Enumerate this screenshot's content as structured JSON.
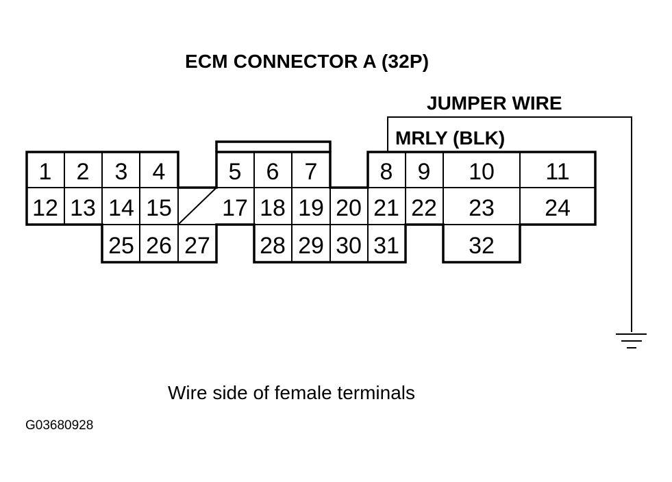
{
  "title": "ECM CONNECTOR A (32P)",
  "labels": {
    "jumper_wire": "JUMPER WIRE",
    "mrly": "MRLY (BLK)"
  },
  "caption": "Wire side of female terminals",
  "figure_id": "G03680928",
  "pins": {
    "p1": "1",
    "p2": "2",
    "p3": "3",
    "p4": "4",
    "p5": "5",
    "p6": "6",
    "p7": "7",
    "p8": "8",
    "p9": "9",
    "p10": "10",
    "p11": "11",
    "p12": "12",
    "p13": "13",
    "p14": "14",
    "p15": "15",
    "p17": "17",
    "p18": "18",
    "p19": "19",
    "p20": "20",
    "p21": "21",
    "p22": "22",
    "p23": "23",
    "p24": "24",
    "p25": "25",
    "p26": "26",
    "p27": "27",
    "p28": "28",
    "p29": "29",
    "p30": "30",
    "p31": "31",
    "p32": "32"
  }
}
